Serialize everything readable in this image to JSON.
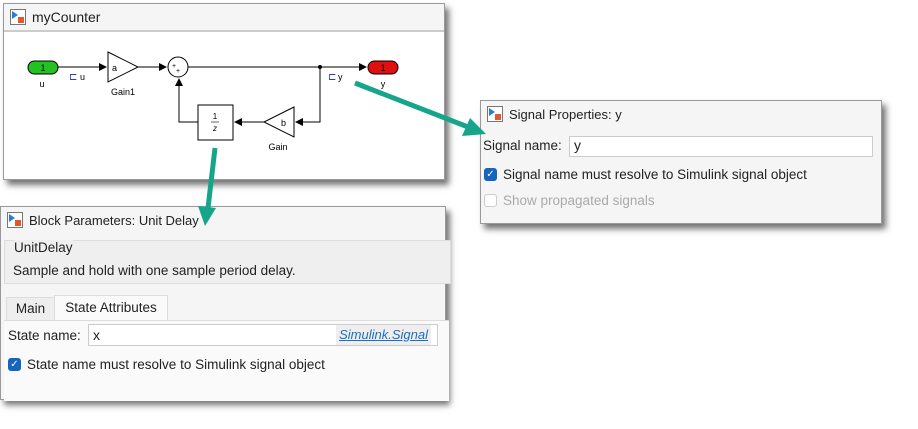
{
  "model_window": {
    "title": "myCounter",
    "blocks": {
      "inport": {
        "number": "1",
        "label": "u"
      },
      "gain1": {
        "param": "a",
        "label": "Gain1"
      },
      "sum_signs": [
        "+",
        "+"
      ],
      "outport": {
        "number": "1",
        "label": "y"
      },
      "gain": {
        "param": "b",
        "label": "Gain"
      },
      "unit_delay": {
        "num": "1",
        "den": "z"
      }
    },
    "signals": {
      "u": "u",
      "y": "y"
    }
  },
  "block_params": {
    "title": "Block Parameters: Unit Delay",
    "group": "UnitDelay",
    "description": "Sample and hold with one sample period delay.",
    "tabs": [
      "Main",
      "State Attributes"
    ],
    "active_tab": "State Attributes",
    "state_name_label": "State name:",
    "state_name_value": "x",
    "signal_link": "Simulink.Signal",
    "checkbox_label": "State name must resolve to Simulink signal object",
    "checkbox_checked": true
  },
  "signal_props": {
    "title": "Signal Properties: y",
    "signal_name_label": "Signal name:",
    "signal_name_value": "y",
    "resolve_label": "Signal name must resolve to Simulink signal object",
    "resolve_checked": true,
    "propagated_label": "Show propagated signals",
    "propagated_checked": false
  },
  "colors": {
    "arrow": "#16a58a",
    "inport": "#22c222",
    "outport": "#e01010",
    "signal_icon": "#2a3fd0"
  }
}
